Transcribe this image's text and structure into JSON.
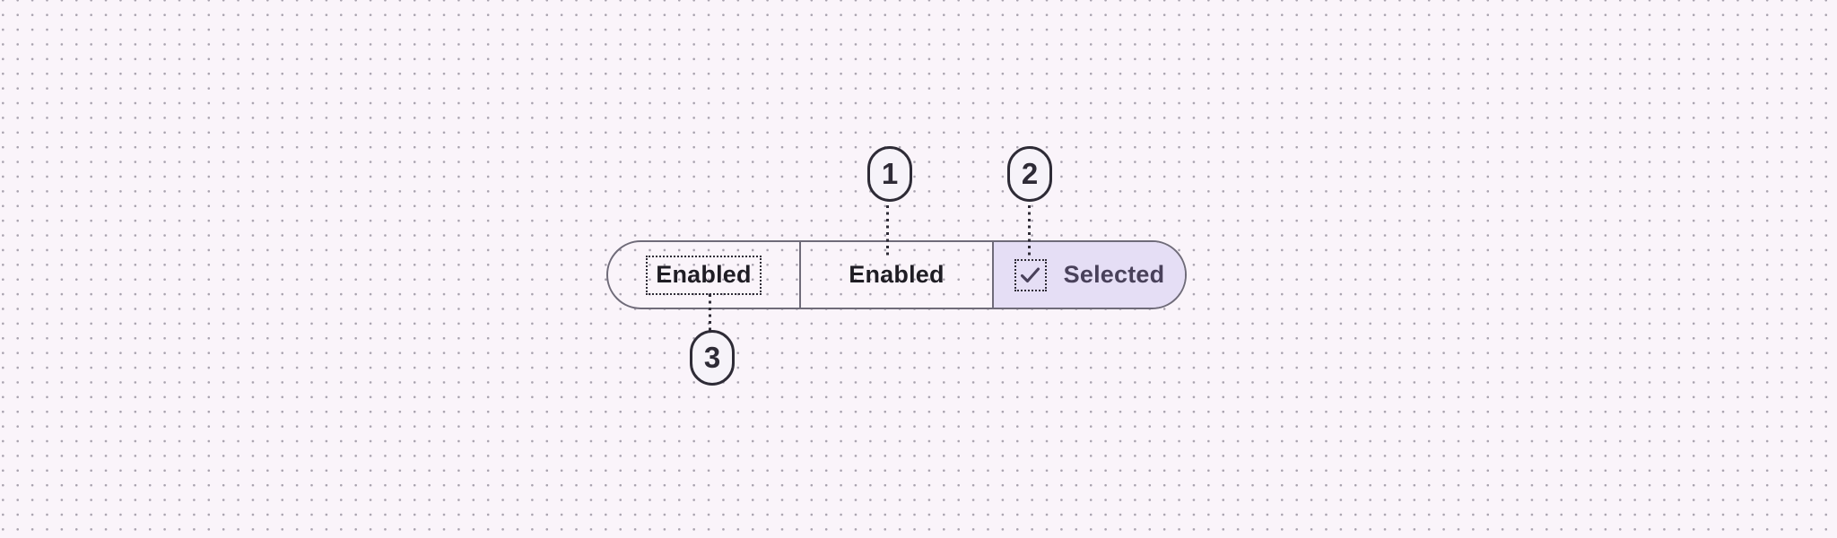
{
  "page": {
    "background": "#FAF4FA",
    "dot_color": "#A8A2AE"
  },
  "segmented_button": {
    "outline_color": "#6F6B79",
    "label_color": "#1F1D24",
    "segments": [
      {
        "label": "Enabled",
        "state": "enabled"
      },
      {
        "label": "Enabled",
        "state": "enabled"
      },
      {
        "label": "Selected",
        "state": "selected",
        "icon": "checkmark-icon",
        "background": "#E5DEF5",
        "text_color": "#49415A"
      }
    ]
  },
  "callouts": {
    "badge_fill": "#F6F3F9",
    "annotation_color": "#2E2B36",
    "items": [
      {
        "number": "1",
        "points_to": "segment-container"
      },
      {
        "number": "2",
        "points_to": "selected-segment-icon"
      },
      {
        "number": "3",
        "points_to": "segment-label-text"
      }
    ]
  }
}
